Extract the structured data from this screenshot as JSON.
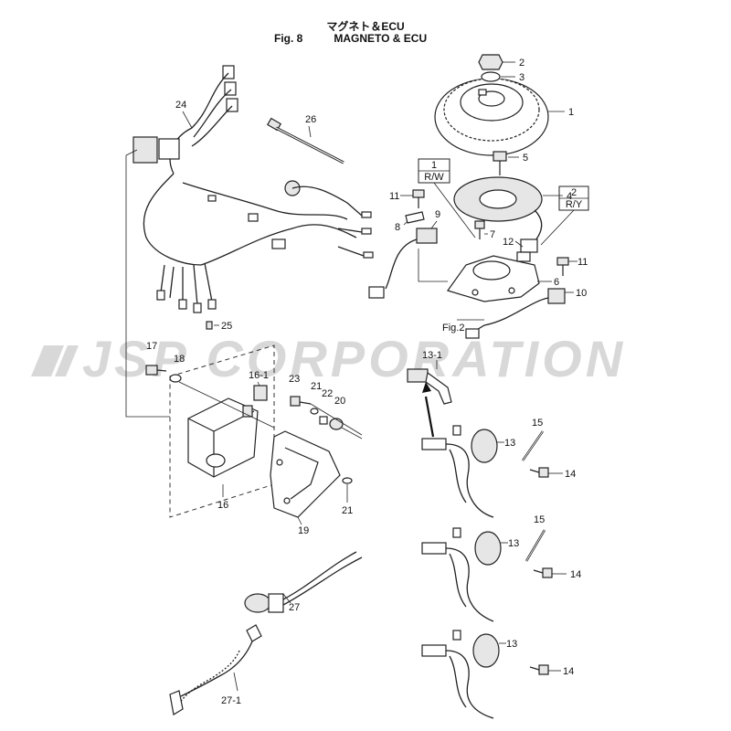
{
  "header": {
    "title_jp": "マグネト＆ECU",
    "fig_label": "Fig. 8",
    "title_en": "MAGNETO & ECU"
  },
  "watermark": "JSP CORPORATION",
  "callouts": {
    "c1": "1",
    "c2": "2",
    "c3": "3",
    "c4": "4",
    "c5": "5",
    "c6": "6",
    "c7": "7",
    "c8": "8",
    "c9": "9",
    "c10": "10",
    "c11a": "11",
    "c11b": "11",
    "c12": "12",
    "c13a": "13",
    "c13b": "13",
    "c13c": "13",
    "c13_1": "13-1",
    "c14a": "14",
    "c14b": "14",
    "c14c": "14",
    "c15a": "15",
    "c15b": "15",
    "c16": "16",
    "c16_1": "16-1",
    "c17": "17",
    "c18": "18",
    "c19": "19",
    "c20": "20",
    "c21a": "21",
    "c21b": "21",
    "c22": "22",
    "c23": "23",
    "c24": "24",
    "c25": "25",
    "c26": "26",
    "c27": "27",
    "c27_1": "27-1"
  },
  "boxes": {
    "rw_num": "1",
    "rw_code": "R/W",
    "ry_num": "2",
    "ry_code": "R/Y"
  },
  "fig_ref": "Fig.2"
}
